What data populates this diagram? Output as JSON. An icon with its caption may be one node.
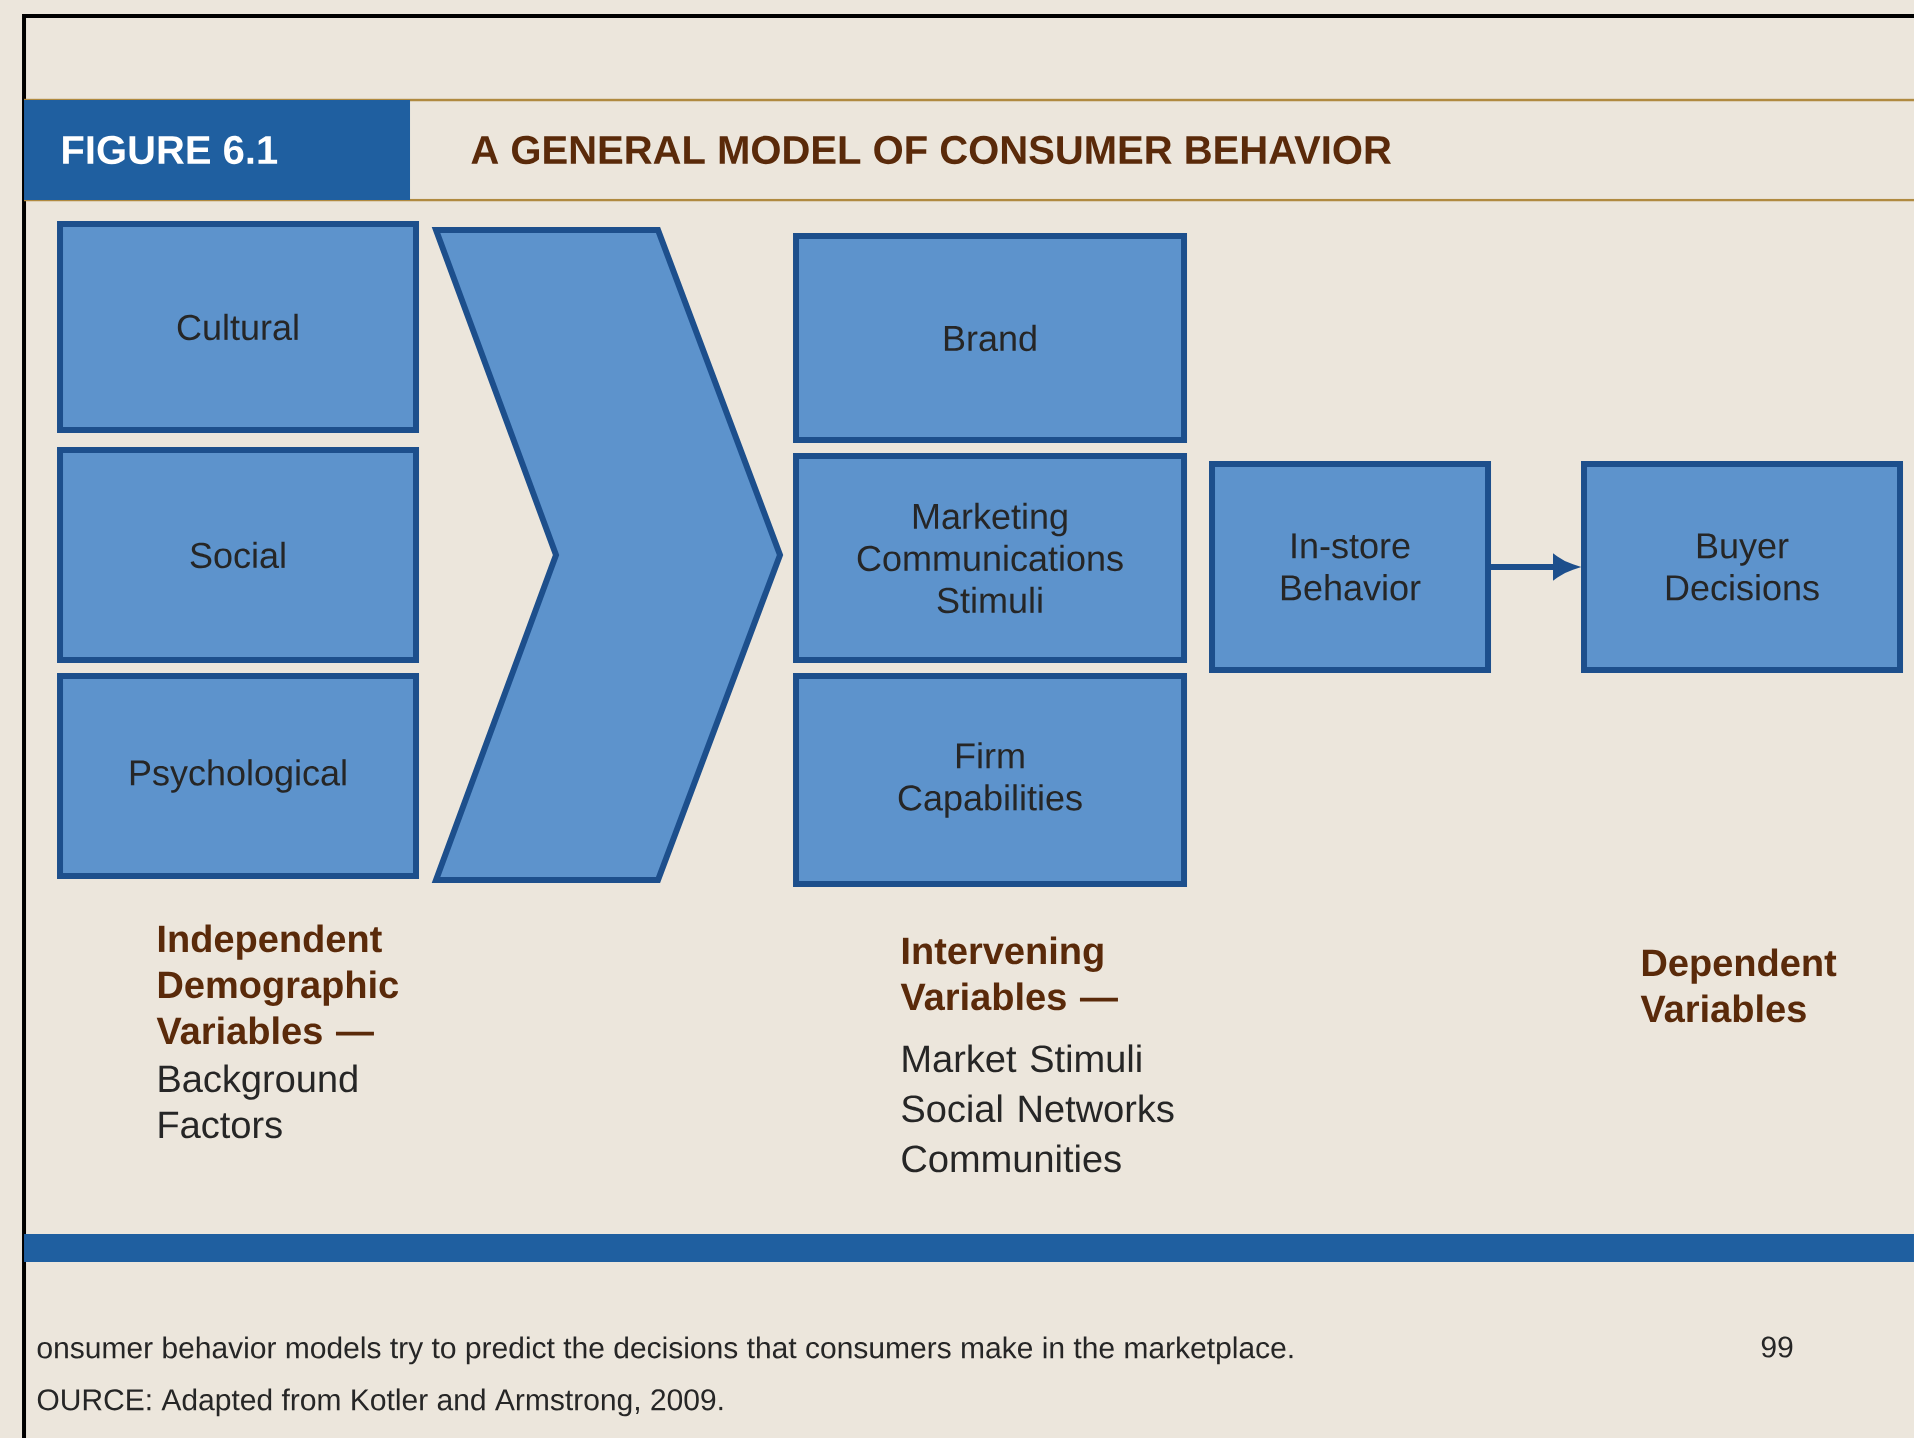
{
  "diagram": {
    "title": "A GENERAL MODEL OF CONSUMER BEHAVIOR",
    "nodes": [
      {
        "text": [
          "Cultural"
        ]
      },
      {
        "text": [
          "Social"
        ]
      },
      {
        "text": [
          "Psychological"
        ]
      },
      {
        "text": [],
        "shape": "chevron"
      },
      {
        "text": [
          "Brand"
        ]
      },
      {
        "text": [
          "Marketing Communications Stimuli"
        ]
      },
      {
        "text": [
          "Firm Capabilities"
        ]
      },
      {
        "text": [
          "In-store Behavior"
        ]
      },
      {
        "text": [
          "Buyer Decisions"
        ]
      }
    ],
    "edges": [
      {
        "from": 7,
        "to": 8,
        "arrow": "to"
      }
    ],
    "labels": [
      "FIGURE 6.1",
      "Independent Demographic Variables —",
      "Background Factors",
      "Intervening Variables —",
      "Market Stimuli",
      "Social Networks",
      "Communities",
      "Dependent Variables",
      "onsumer behavior models try to predict the decisions that consumers make in the marketplace.",
      "OURCE: Adapted from Kotler and Armstrong, 2009.",
      "99"
    ]
  }
}
